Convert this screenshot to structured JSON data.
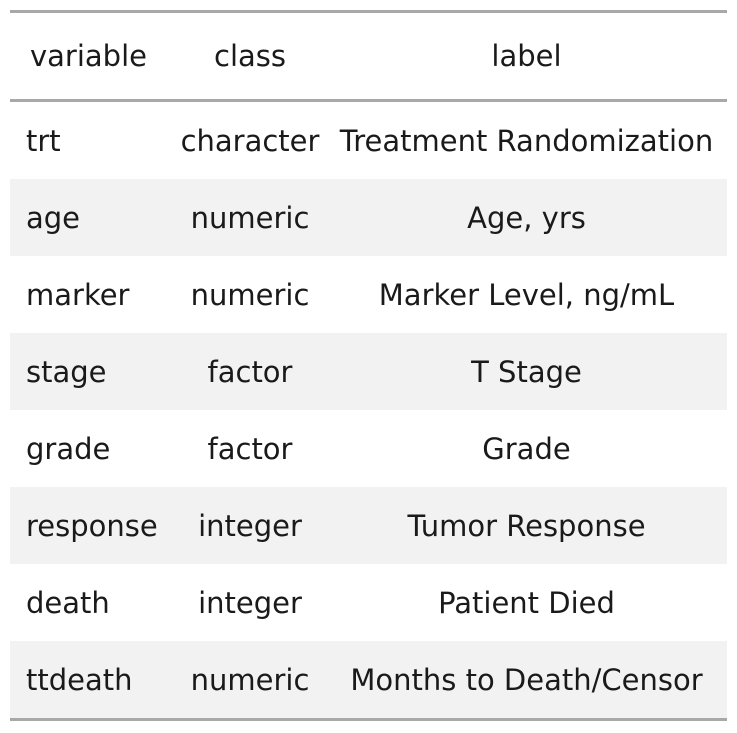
{
  "table": {
    "headers": [
      "variable",
      "class",
      "label"
    ],
    "rows": [
      [
        "trt",
        "character",
        "Treatment Randomization"
      ],
      [
        "age",
        "numeric",
        "Age, yrs"
      ],
      [
        "marker",
        "numeric",
        "Marker Level, ng/mL"
      ],
      [
        "stage",
        "factor",
        "T Stage"
      ],
      [
        "grade",
        "factor",
        "Grade"
      ],
      [
        "response",
        "integer",
        "Tumor Response"
      ],
      [
        "death",
        "integer",
        "Patient Died"
      ],
      [
        "ttdeath",
        "numeric",
        "Months to Death/Censor"
      ]
    ]
  },
  "colors": {
    "rule": "#a8a8a8",
    "stripe": "#f2f2f2",
    "text": "#1a1a1a"
  }
}
